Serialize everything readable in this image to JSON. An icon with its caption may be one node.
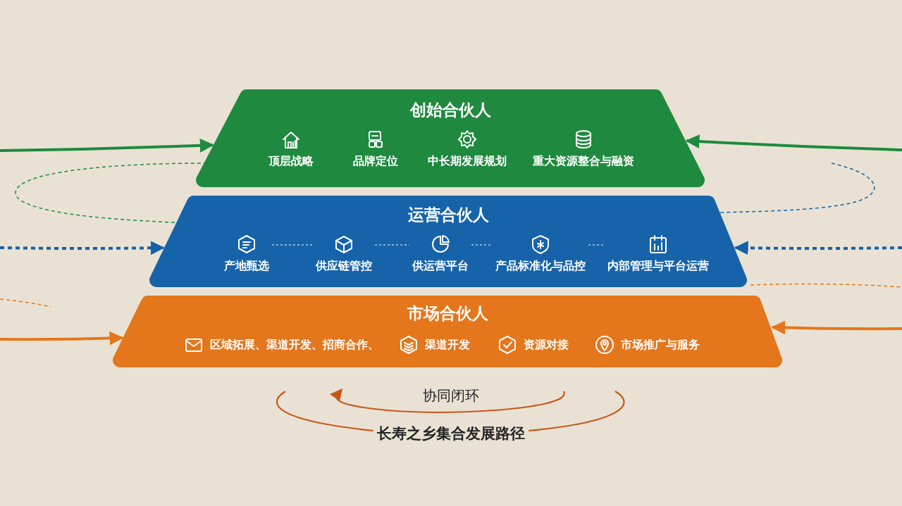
{
  "diagram": {
    "caption": "长寿之乡集合发展路径",
    "nodes": [
      {
        "text": [
          "创始合伙人"
        ]
      },
      {
        "text": [
          "顶层战略"
        ],
        "in": 0
      },
      {
        "text": [
          "品牌定位"
        ],
        "in": 0
      },
      {
        "text": [
          "中长期发展规划"
        ],
        "in": 0
      },
      {
        "text": [
          "重大资源整合与融资"
        ],
        "in": 0
      },
      {
        "text": [
          "运营合伙人"
        ]
      },
      {
        "text": [
          "产地甄选"
        ],
        "in": 5
      },
      {
        "text": [
          "供应链管控"
        ],
        "in": 5
      },
      {
        "text": [
          "供运营平台"
        ],
        "in": 5
      },
      {
        "text": [
          "产品标准化与品控"
        ],
        "in": 5
      },
      {
        "text": [
          "内部管理与平台运营"
        ],
        "in": 5
      },
      {
        "text": [
          "市场合伙人"
        ]
      },
      {
        "text": [
          "区域拓展、渠道开发、招商合作、"
        ],
        "in": 11
      },
      {
        "text": [
          "渠道开发"
        ],
        "in": 11
      },
      {
        "text": [
          "资源对接"
        ],
        "in": 11
      },
      {
        "text": [
          "市场推广与服务"
        ],
        "in": 11
      }
    ],
    "edges": [
      {
        "from": null,
        "to": 0,
        "arrow": "to",
        "color": "#1e8a3e"
      },
      {
        "from": null,
        "to": 0,
        "arrow": "to",
        "color": "#1e8a3e"
      },
      {
        "from": null,
        "to": 5,
        "arrow": "to",
        "style": "dashed",
        "color": "#1461a8"
      },
      {
        "from": null,
        "to": 5,
        "arrow": "to",
        "style": "dashed",
        "color": "#1461a8"
      },
      {
        "from": null,
        "to": 11,
        "arrow": "to",
        "color": "#e5761a"
      },
      {
        "from": null,
        "to": 11,
        "arrow": "to",
        "color": "#e5761a"
      },
      {
        "from": 6,
        "to": 7,
        "arrow": "none",
        "style": "dashed",
        "color": "#ffffff"
      },
      {
        "from": 7,
        "to": 8,
        "arrow": "none",
        "style": "dashed",
        "color": "#ffffff"
      },
      {
        "from": 8,
        "to": 9,
        "arrow": "none",
        "style": "dashed",
        "color": "#ffffff"
      },
      {
        "from": 9,
        "to": 10,
        "arrow": "none",
        "style": "dashed",
        "color": "#ffffff"
      }
    ],
    "labels": [
      "协同闭环"
    ]
  }
}
